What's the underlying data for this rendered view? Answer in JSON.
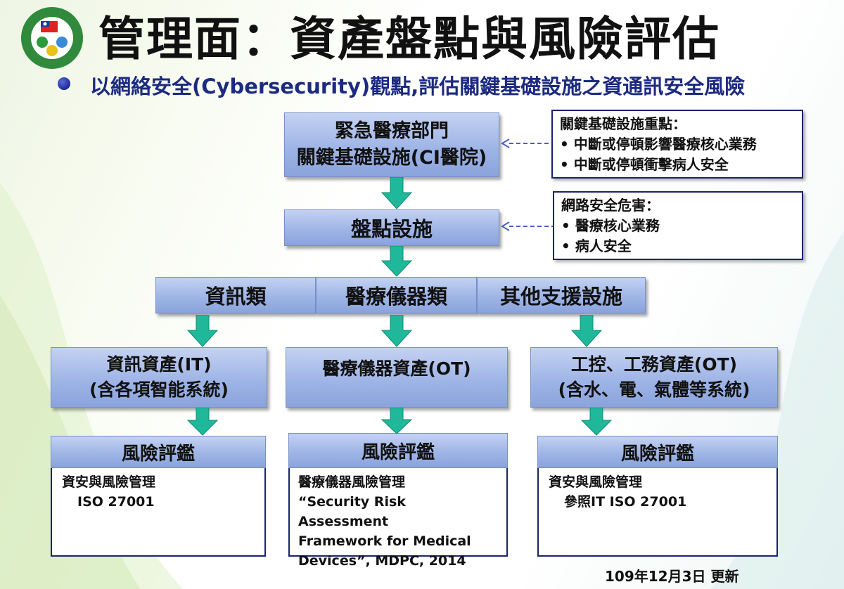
{
  "title": "管理面：資產盤點與風險評估",
  "subtitle": "以網絡安全(Cybersecurity)觀點,評估關鍵基礎設施之資通訊安全風險",
  "flow": {
    "top_box": [
      "緊急醫療部門",
      "關鍵基礎設施(CI醫院)"
    ],
    "inventory_box": "盤點設施",
    "categories": [
      "資訊類",
      "醫療儀器類",
      "其他支援設施"
    ],
    "assets": [
      [
        "資訊資產(IT)",
        "(含各項智能系統)"
      ],
      [
        "醫療儀器資產(OT)"
      ],
      [
        "工控、工務資產(OT)",
        "(含水、電、氣體等系統)"
      ]
    ],
    "risk_label": "風險評鑑",
    "risk_details": [
      [
        "資安與風險管理",
        "ISO 27001"
      ],
      [
        "醫療儀器風險管理",
        "“Security Risk Assessment",
        "Framework for Medical",
        "Devices”, MDPC, 2014"
      ],
      [
        "資安與風險管理",
        "參照IT ISO 27001"
      ]
    ]
  },
  "notes": {
    "ci_focus": {
      "heading": "關鍵基礎設施重點：",
      "items": [
        "• 中斷或停頓影響醫療核心業務",
        "• 中斷或停頓衝擊病人安全"
      ]
    },
    "cyber_harm": {
      "heading": "網路安全危害：",
      "items": [
        "• 醫療核心業務",
        "• 病人安全"
      ]
    }
  },
  "updated": "109年12月3日  更新",
  "colors": {
    "box_fill": "#9fb5e6",
    "arrow": "#1fb89a",
    "title_text": "#111111",
    "subtitle_text": "#1c2a80",
    "note_border": "#1a2470"
  }
}
